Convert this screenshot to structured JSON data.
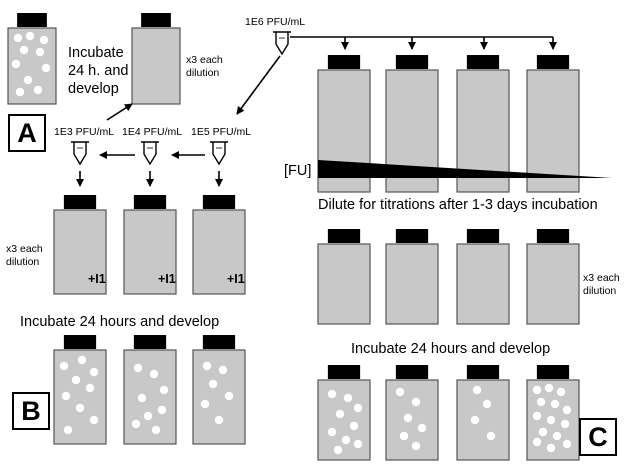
{
  "text": {
    "incubate_develop_a": "Incubate 24 h. and develop",
    "x3_a": "x3 each dilution",
    "stock": "1E6 PFU/mL",
    "dil_1e3": "1E3 PFU/mL",
    "dil_1e4": "1E4 PFU/mL",
    "dil_1e5": "1E5 PFU/mL",
    "x3_b": "x3 each dilution",
    "plus_i1": "+I1",
    "incubate_b": "Incubate 24 hours and develop",
    "fu": "[FU]",
    "dilute_c": "Dilute for titrations after 1-3 days incubation",
    "x3_c": "x3 each dilution",
    "incubate_c": "Incubate 24 hours and develop",
    "panel_a": "A",
    "panel_b": "B",
    "panel_c": "C"
  },
  "colors": {
    "flask_body": "#c8c8c8",
    "flask_border": "#555555",
    "cap": "#000000",
    "plaque": "#ffffff"
  }
}
